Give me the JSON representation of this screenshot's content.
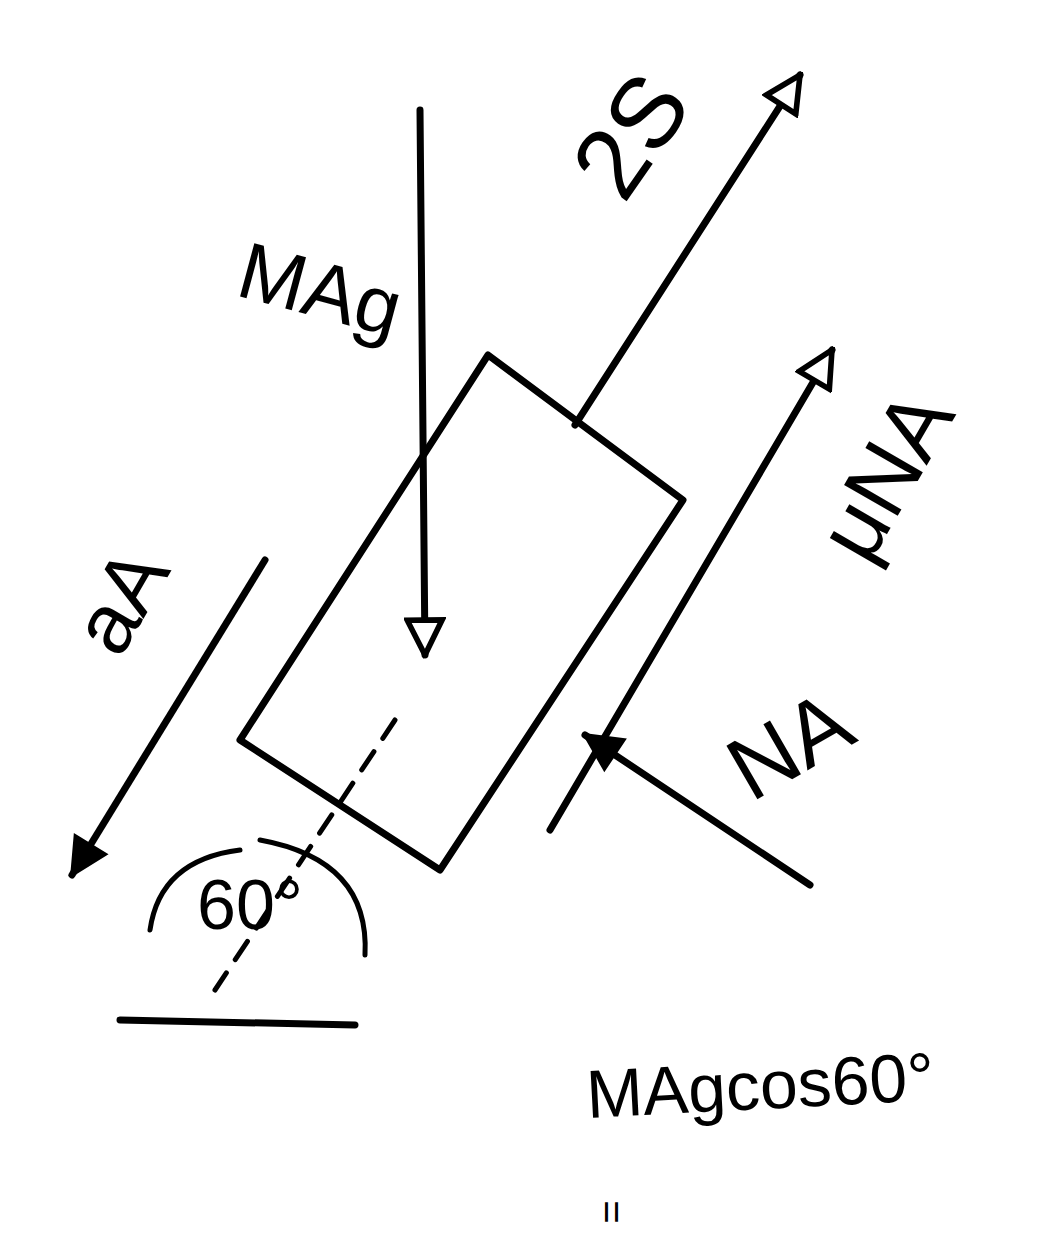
{
  "diagram": {
    "labels": [
      "2S",
      "MAg",
      "aA",
      "μNA",
      "NA",
      "60°",
      "MAgcos60°",
      "="
    ]
  }
}
